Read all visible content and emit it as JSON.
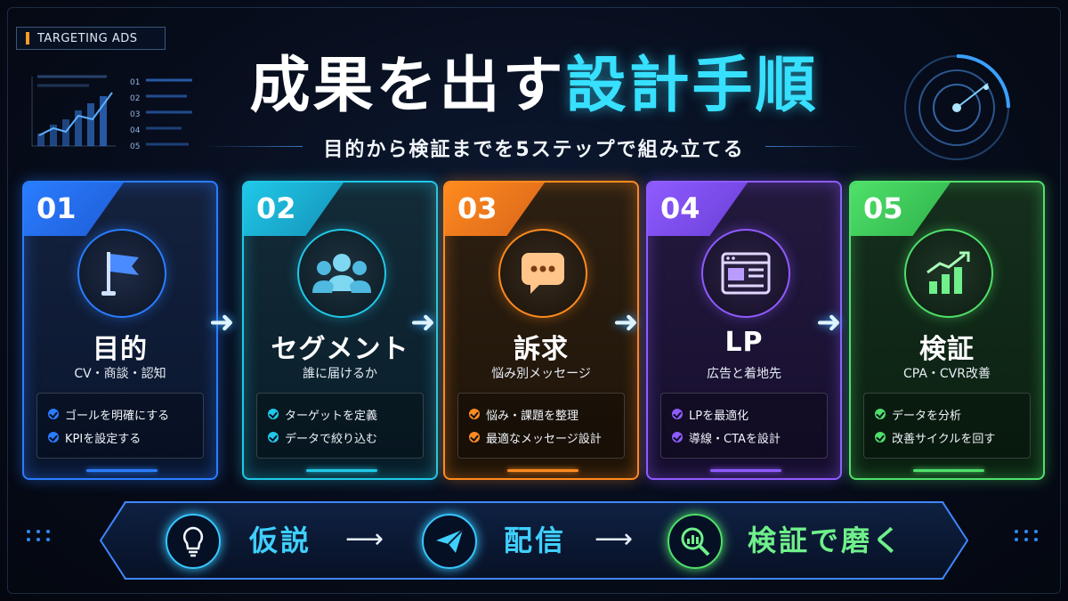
{
  "tag": "TARGETING ADS",
  "title": {
    "part1": "成果を出す",
    "part2": "設計手順"
  },
  "subtitle": "目的から検証までを5ステップで組み立てる",
  "mini_chart": {
    "labels": [
      "01",
      "02",
      "03",
      "04",
      "05"
    ]
  },
  "colors": {
    "blue": "#2a7dff",
    "teal": "#20c8e8",
    "orange": "#ff8a1f",
    "purple": "#8f5bff",
    "green": "#4fe06a",
    "accent": "#37e0ff"
  },
  "steps": [
    {
      "num": "01",
      "name": "目的",
      "desc": "CV・商談・認知",
      "icon": "flag-icon",
      "items": [
        "ゴールを明確にする",
        "KPIを設定する"
      ]
    },
    {
      "num": "02",
      "name": "セグメント",
      "desc": "誰に届けるか",
      "icon": "users-icon",
      "items": [
        "ターゲットを定義",
        "データで絞り込む"
      ]
    },
    {
      "num": "03",
      "name": "訴求",
      "desc": "悩み別メッセージ",
      "icon": "chat-bubble-icon",
      "items": [
        "悩み・課題を整理",
        "最適なメッセージ設計"
      ]
    },
    {
      "num": "04",
      "name": "LP",
      "desc": "広告と着地先",
      "icon": "webpage-icon",
      "items": [
        "LPを最適化",
        "導線・CTAを設計"
      ]
    },
    {
      "num": "05",
      "name": "検証",
      "desc": "CPA・CVR改善",
      "icon": "growth-chart-icon",
      "items": [
        "データを分析",
        "改善サイクルを回す"
      ]
    }
  ],
  "flow": [
    {
      "label": "仮説",
      "icon": "lightbulb-icon"
    },
    {
      "label": "配信",
      "icon": "paper-plane-icon"
    },
    {
      "label": "検証で磨く",
      "icon": "magnifier-chart-icon"
    }
  ]
}
